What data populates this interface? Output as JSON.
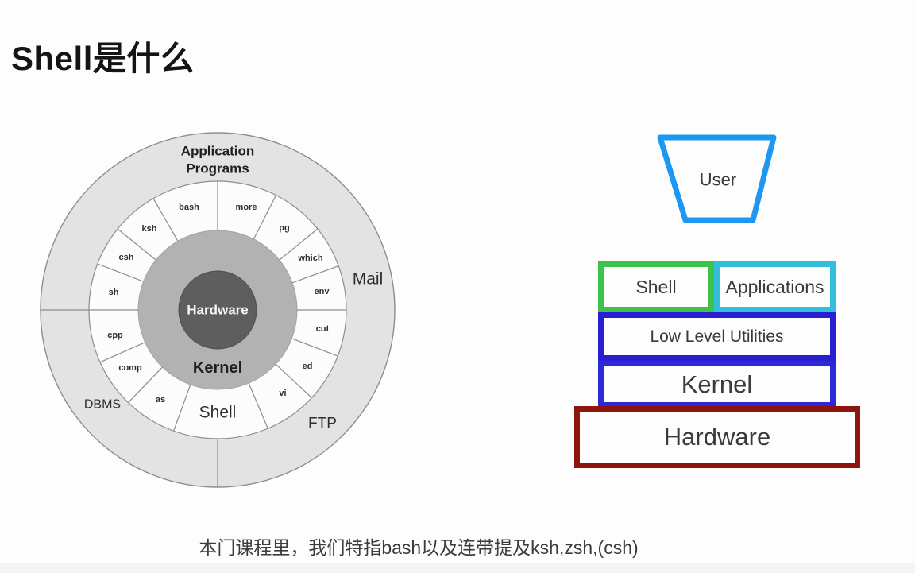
{
  "page": {
    "title": "Shell是什么",
    "caption": "本门课程里，我们特指bash以及连带提及ksh,zsh,(csh)"
  },
  "onion_diagram": {
    "outer_ring": {
      "title_lines": [
        "Application",
        "Programs"
      ],
      "items": [
        {
          "label": "Mail"
        },
        {
          "label": "FTP"
        },
        {
          "label": "DBMS"
        }
      ]
    },
    "shell_ring": {
      "label": "Shell",
      "utilities": [
        "bash",
        "more",
        "pg",
        "which",
        "env",
        "cut",
        "ed",
        "vi",
        "as",
        "comp",
        "cpp",
        "sh",
        "csh",
        "ksh"
      ]
    },
    "kernel_label": "Kernel",
    "hardware_label": "Hardware"
  },
  "stack_diagram": {
    "user_label": "User",
    "user_border_color": "#1e97f3",
    "boxes": [
      {
        "label": "Shell",
        "border_color": "#3ec24b"
      },
      {
        "label": "Applications",
        "border_color": "#33bede"
      },
      {
        "label": "Low Level Utilities",
        "border_color": "#2a1fd0"
      },
      {
        "label": "Kernel",
        "border_color": "#2c2ad6"
      },
      {
        "label": "Hardware",
        "border_color": "#8e150e"
      }
    ]
  }
}
